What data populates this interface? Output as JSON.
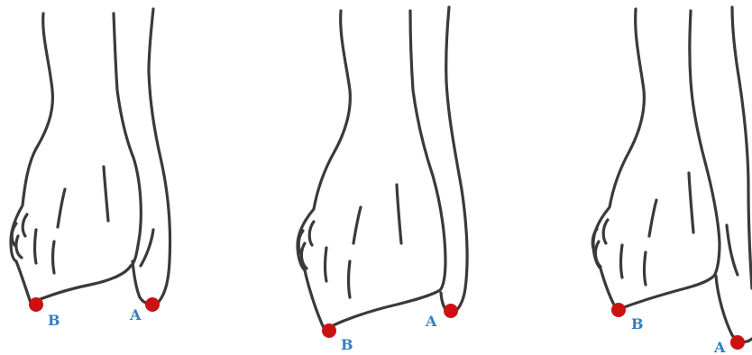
{
  "figure": {
    "panels": [
      {
        "point_a_label": "A",
        "point_b_label": "B"
      },
      {
        "point_a_label": "A",
        "point_b_label": "B"
      },
      {
        "point_a_label": "A",
        "point_b_label": "B"
      }
    ]
  },
  "colors": {
    "point": "#cc1111",
    "label": "#2f7fc1",
    "outline": "#3a3a3a",
    "background": "#ffffff"
  }
}
